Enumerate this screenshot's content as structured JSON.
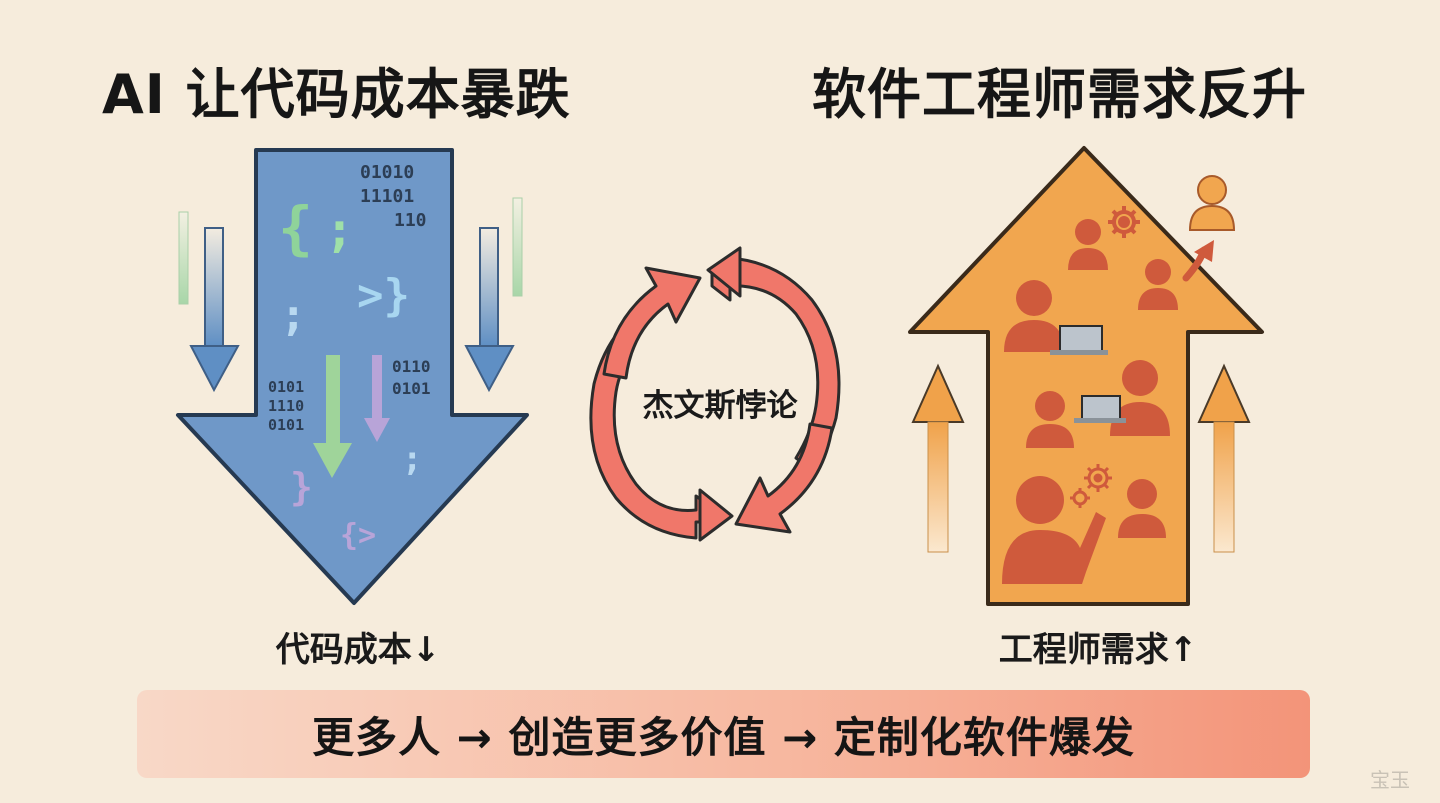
{
  "titles": {
    "left": "AI 让代码成本暴跌",
    "right": "软件工程师需求反升"
  },
  "captions": {
    "left": "代码成本↓",
    "right": "工程师需求↑"
  },
  "center": {
    "label": "杰文斯悖论"
  },
  "banner": {
    "text": "更多人 → 创造更多价值 → 定制化软件爆发"
  },
  "code_glyphs": {
    "binary_top": [
      "01010",
      "11101",
      "110"
    ],
    "binary_mid_right": [
      "0110",
      "0101"
    ],
    "binary_mid_left": [
      "0101",
      "1110",
      "0101"
    ],
    "brace_open": "{",
    "semicolon": ";",
    "gt_brace": ">}",
    "brace_close": "}",
    "tag": "{>"
  },
  "watermark": "宝玉",
  "colors": {
    "background": "#f6ecdc",
    "down_arrow": "#6f98c8",
    "up_arrow": "#f1a64f",
    "cycle_arrows": "#f0776a",
    "people": "#cf5a3c",
    "banner_end": "#f39479"
  }
}
